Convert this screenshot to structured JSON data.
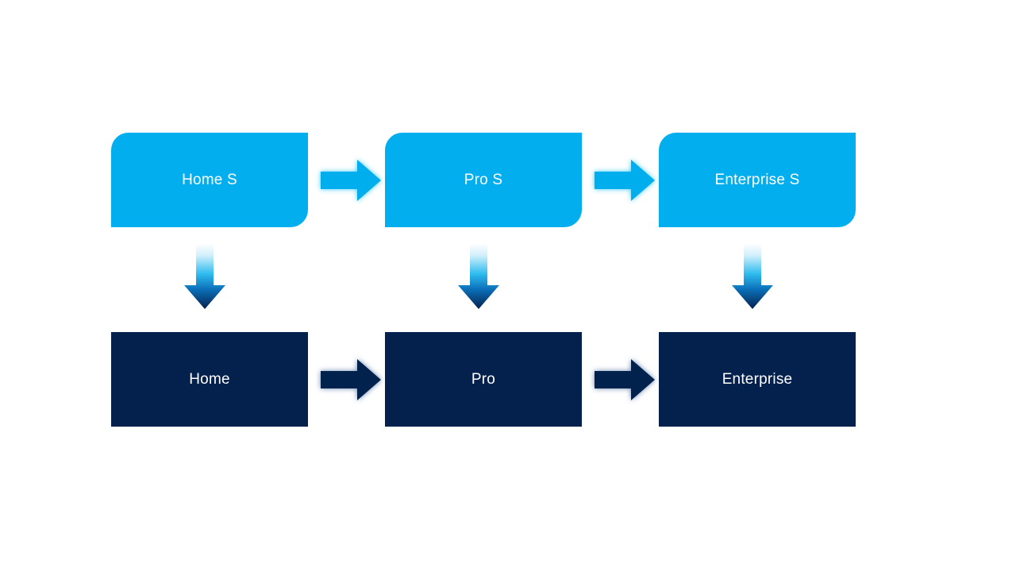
{
  "diagram": {
    "type": "process-flow",
    "background_color": "#ffffff",
    "palette": {
      "service_blue": "#03AEEE",
      "product_navy": "#04214D",
      "gradient_top": "#ffffff",
      "gradient_mid": "#00AEEF",
      "gradient_bottom": "#032B62",
      "label_color": "#ffffff"
    },
    "rows": [
      {
        "id": "services-row",
        "style": "service",
        "nodes": [
          {
            "id": "home-s",
            "label": "Home S"
          },
          {
            "id": "pro-s",
            "label": "Pro S"
          },
          {
            "id": "enterprise-s",
            "label": "Enterprise S"
          }
        ]
      },
      {
        "id": "products-row",
        "style": "product",
        "nodes": [
          {
            "id": "home",
            "label": "Home"
          },
          {
            "id": "pro",
            "label": "Pro"
          },
          {
            "id": "enterprise",
            "label": "Enterprise"
          }
        ]
      }
    ],
    "connectors": {
      "horizontal": [
        {
          "id": "home-s-to-pro-s",
          "icon": "arrow-right-icon",
          "color": "#03AEEE"
        },
        {
          "id": "pro-s-to-enterprise-s",
          "icon": "arrow-right-icon",
          "color": "#03AEEE"
        },
        {
          "id": "home-to-pro",
          "icon": "arrow-right-icon",
          "color": "#04214D"
        },
        {
          "id": "pro-to-enterprise",
          "icon": "arrow-right-icon",
          "color": "#04214D"
        }
      ],
      "vertical": [
        {
          "id": "home-s-to-home",
          "icon": "arrow-down-icon",
          "fill": "gradient"
        },
        {
          "id": "pro-s-to-pro",
          "icon": "arrow-down-icon",
          "fill": "gradient"
        },
        {
          "id": "enterprise-s-to-enterprise",
          "icon": "arrow-down-icon",
          "fill": "gradient"
        }
      ]
    }
  }
}
